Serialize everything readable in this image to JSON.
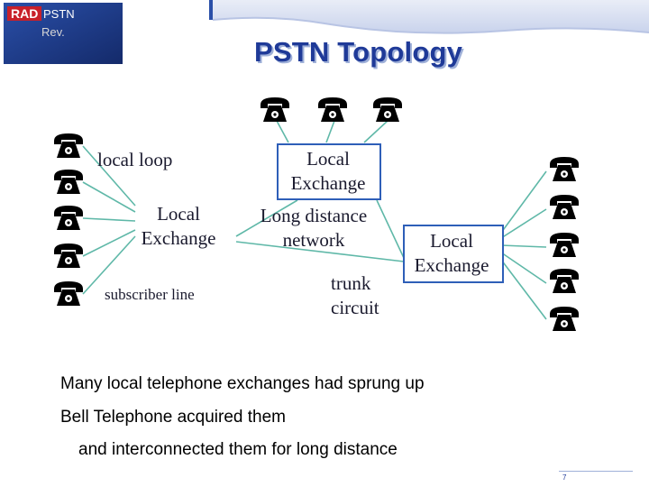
{
  "header": {
    "brand": "RAD",
    "product": "PSTN",
    "subtitle": "Rev."
  },
  "title": "PSTN Topology",
  "diagram": {
    "center_exchange": "Local\nExchange",
    "left_exchange": "Local\nExchange",
    "right_exchange": "Local\nExchange",
    "long_distance": "Long distance\nnetwork",
    "local_loop": "local loop",
    "subscriber_line": "subscriber line",
    "trunk_circuit": "trunk\ncircuit",
    "icon": "telephone-icon",
    "colors": {
      "box_border": "#2e5fb8",
      "line": "#5fb8a8",
      "title": "#1f3a98"
    }
  },
  "captions": {
    "line1": "Many local telephone exchanges had sprung up",
    "line2": "Bell Telephone acquired them",
    "line3": "and interconnected them for long distance"
  },
  "footer": {
    "page_number": "7"
  }
}
